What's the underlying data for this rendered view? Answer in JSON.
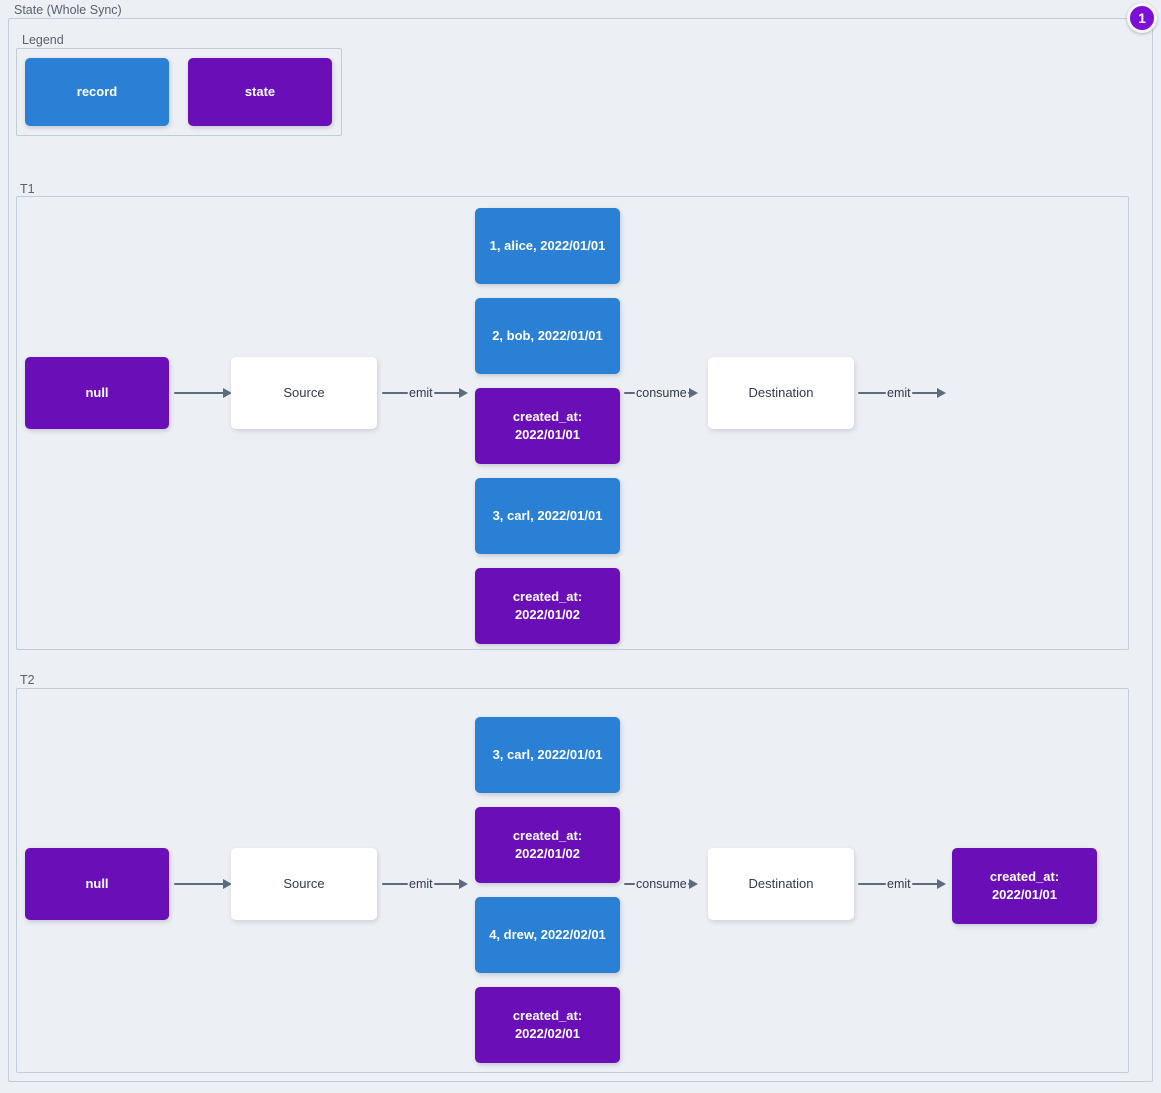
{
  "diagram": {
    "title": "State (Whole Sync)",
    "badge": "1"
  },
  "legend": {
    "label": "Legend",
    "items": [
      {
        "name": "record",
        "color": "#2980d4"
      },
      {
        "name": "state",
        "color": "#6a0eb8"
      }
    ]
  },
  "edge_labels": {
    "emit": "emit",
    "consume": "consume"
  },
  "sections": [
    {
      "label": "T1",
      "state_in": "null",
      "source": "Source",
      "destination": "Destination",
      "messages": [
        {
          "type": "record",
          "text": "1, alice, 2022/01/01"
        },
        {
          "type": "record",
          "text": "2, bob, 2022/01/01"
        },
        {
          "type": "state",
          "text": "created_at:\n2022/01/01"
        },
        {
          "type": "record",
          "text": "3, carl, 2022/01/01"
        },
        {
          "type": "state",
          "text": "created_at:\n2022/01/02"
        }
      ],
      "state_out": null
    },
    {
      "label": "T2",
      "state_in": "null",
      "source": "Source",
      "destination": "Destination",
      "messages": [
        {
          "type": "record",
          "text": "3, carl, 2022/01/01"
        },
        {
          "type": "state",
          "text": "created_at:\n2022/01/02"
        },
        {
          "type": "record",
          "text": "4, drew, 2022/02/01"
        },
        {
          "type": "state",
          "text": "created_at:\n2022/02/01"
        }
      ],
      "state_out": {
        "type": "state",
        "text": "created_at:\n2022/01/01"
      }
    }
  ]
}
